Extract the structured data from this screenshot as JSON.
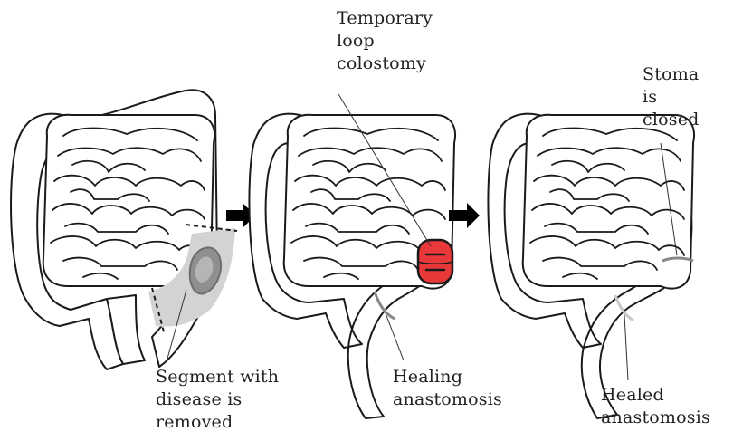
{
  "labels": {
    "segment_removed": "Segment with\ndisease is\nremoved",
    "temporary_colostomy": "Temporary\nloop\ncolostomy",
    "healing_anastomosis": "Healing\nanastomosis",
    "stoma_closed": "Stoma\nis\nclosed",
    "healed_anastomosis": "Healed\nanastomosis"
  },
  "colors": {
    "outline": "#1a1a1a",
    "diseased_segment": "#d3d3d3",
    "diseased_lesion": "#8f8f8f",
    "stoma": "#e8383a",
    "healing_line": "#888888",
    "healed_line": "#c8c8c8",
    "arrow": "#000000"
  },
  "icons": {
    "step_arrow_1": "right-arrow-icon",
    "step_arrow_2": "right-arrow-icon"
  }
}
